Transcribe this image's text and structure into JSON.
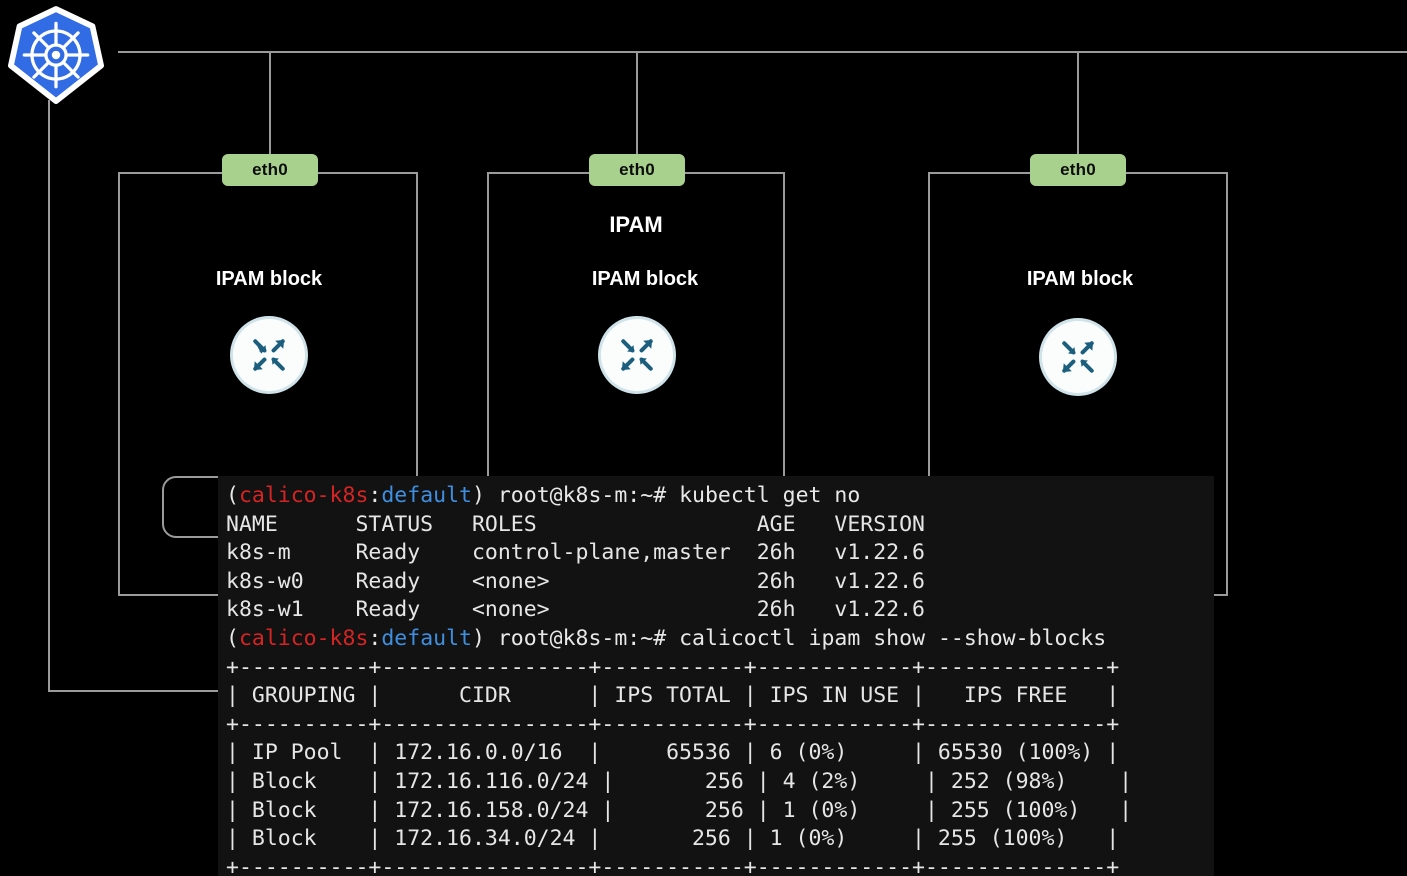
{
  "diagram": {
    "logo": "kubernetes-logo",
    "title": "IPAM",
    "nodes": [
      {
        "eth_label": "eth0",
        "block_label": "IPAM block",
        "icon": "router-icon"
      },
      {
        "eth_label": "eth0",
        "block_label": "IPAM block",
        "icon": "router-icon"
      },
      {
        "eth_label": "eth0",
        "block_label": "IPAM block",
        "icon": "router-icon"
      }
    ],
    "colors": {
      "eth_pill_bg": "#a9d18e",
      "line": "#9a9a9a",
      "label": "#ffffff",
      "logo_blue": "#326ce5",
      "icon_blue": "#1b5e7e"
    }
  },
  "terminal": {
    "background": "#121212",
    "prompt": {
      "open_paren": "(",
      "context": "calico-k8s",
      "colon": ":",
      "namespace": "default",
      "close_paren": ") ",
      "user_host": "root@k8s-m:~# ",
      "context_color": "#d62424",
      "namespace_color": "#3f8fe0"
    },
    "commands": {
      "first": "kubectl get no",
      "second": "calicoctl ipam show --show-blocks"
    },
    "nodes_table": {
      "headers": [
        "NAME",
        "STATUS",
        "ROLES",
        "AGE",
        "VERSION"
      ],
      "rows": [
        [
          "k8s-m",
          "Ready",
          "control-plane,master",
          "26h",
          "v1.22.6"
        ],
        [
          "k8s-w0",
          "Ready",
          "<none>",
          "26h",
          "v1.22.6"
        ],
        [
          "k8s-w1",
          "Ready",
          "<none>",
          "26h",
          "v1.22.6"
        ]
      ]
    },
    "ipam_table": {
      "headers": [
        "GROUPING",
        "CIDR",
        "IPS TOTAL",
        "IPS IN USE",
        "IPS FREE"
      ],
      "rows": [
        [
          "IP Pool",
          "172.16.0.0/16",
          "65536",
          "6 (0%)",
          "65530 (100%)"
        ],
        [
          "Block",
          "172.16.116.0/24",
          "256",
          "4 (2%)",
          "252 (98%)"
        ],
        [
          "Block",
          "172.16.158.0/24",
          "256",
          "1 (0%)",
          "255 (100%)"
        ],
        [
          "Block",
          "172.16.34.0/24",
          "256",
          "1 (0%)",
          "255 (100%)"
        ]
      ],
      "rule": "+----------+----------------+-----------+------------+--------------+"
    },
    "raw_lines": [
      "NAME      STATUS   ROLES                 AGE   VERSION",
      "k8s-m     Ready    control-plane,master  26h   v1.22.6",
      "k8s-w0    Ready    <none>                26h   v1.22.6",
      "k8s-w1    Ready    <none>                26h   v1.22.6",
      "+----------+----------------+-----------+------------+--------------+",
      "| GROUPING |      CIDR      | IPS TOTAL | IPS IN USE |   IPS FREE   |",
      "+----------+----------------+-----------+------------+--------------+",
      "| IP Pool  | 172.16.0.0/16  |     65536 | 6 (0%)     | 65530 (100%) |",
      "| Block    | 172.16.116.0/24 |       256 | 4 (2%)     | 252 (98%)    |",
      "| Block    | 172.16.158.0/24 |       256 | 1 (0%)     | 255 (100%)   |",
      "| Block    | 172.16.34.0/24 |       256 | 1 (0%)     | 255 (100%)   |",
      "+----------+----------------+-----------+------------+--------------+"
    ]
  }
}
